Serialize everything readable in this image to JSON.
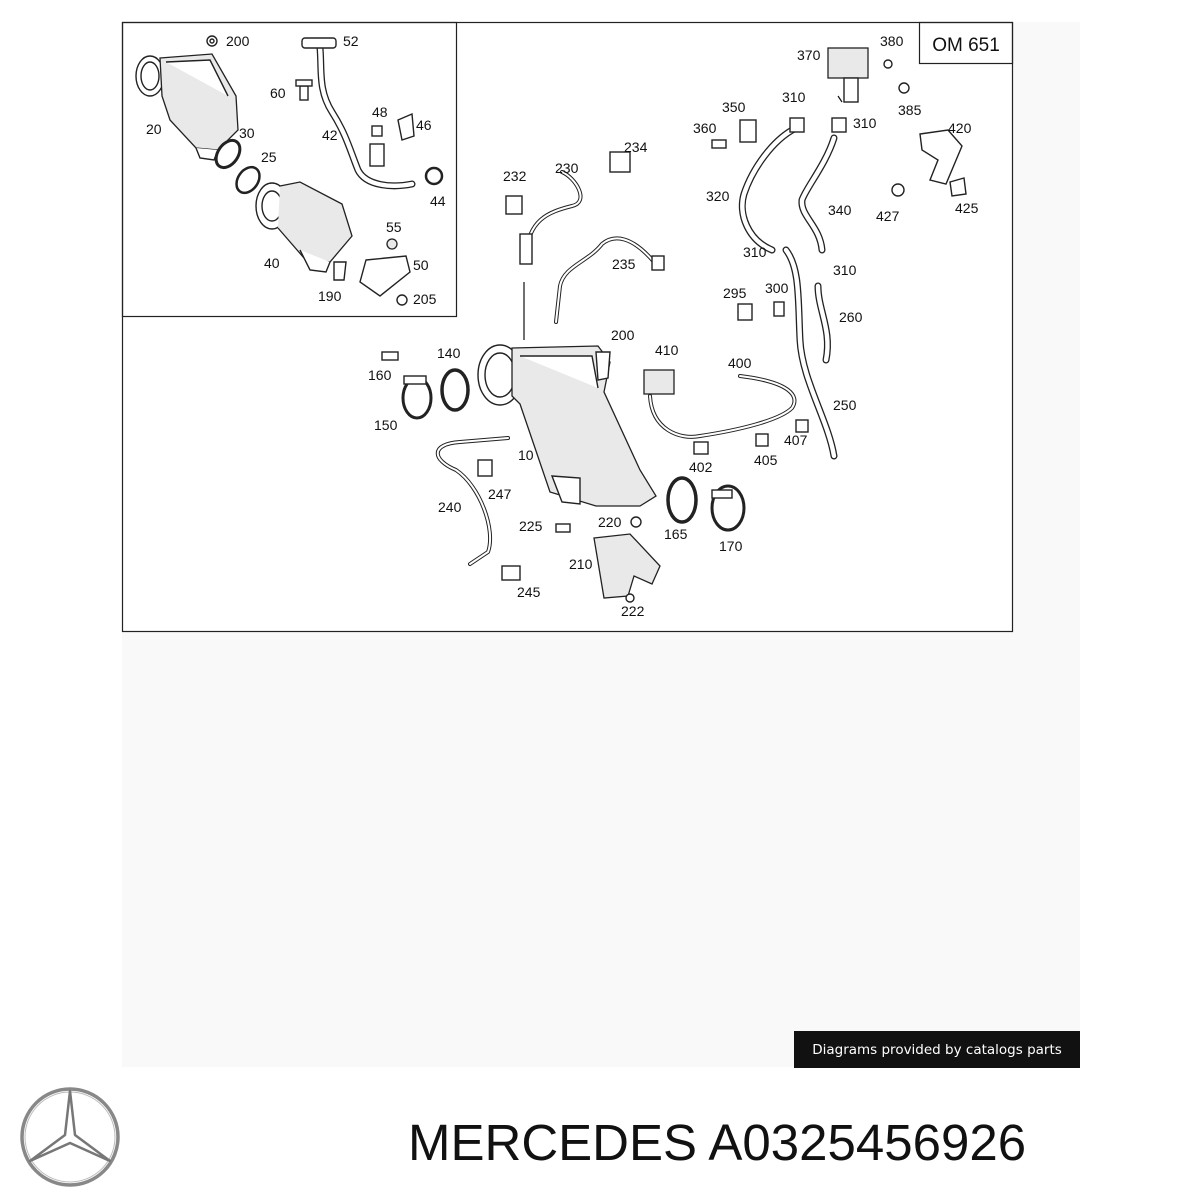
{
  "diagram": {
    "engine_code": "OM 651",
    "callouts": {
      "c200a": "200",
      "c52": "52",
      "c60": "60",
      "c48": "48",
      "c46": "46",
      "c42": "42",
      "c20": "20",
      "c30": "30",
      "c25": "25",
      "c44": "44",
      "c55": "55",
      "c40": "40",
      "c50": "50",
      "c190": "190",
      "c205": "205",
      "c232": "232",
      "c230": "230",
      "c234": "234",
      "c235": "235",
      "c200b": "200",
      "c140": "140",
      "c160": "160",
      "c150": "150",
      "c10": "10",
      "c247": "247",
      "c240": "240",
      "c225": "225",
      "c220": "220",
      "c165": "165",
      "c170": "170",
      "c210": "210",
      "c245": "245",
      "c222": "222",
      "c410": "410",
      "c400": "400",
      "c402": "402",
      "c405": "405",
      "c407": "407",
      "c370": "370",
      "c380": "380",
      "c385": "385",
      "c350": "350",
      "c360": "360",
      "c310a": "310",
      "c310b": "310",
      "c310c": "310",
      "c310d": "310",
      "c320": "320",
      "c340": "340",
      "c420": "420",
      "c427": "427",
      "c425": "425",
      "c295": "295",
      "c300": "300",
      "c260": "260",
      "c250": "250"
    }
  },
  "credit": "Diagrams provided by catalogs parts",
  "footer": {
    "brand": "MERCEDES",
    "part_number": "A0325456926",
    "logo_icon": "mercedes-star-icon"
  }
}
